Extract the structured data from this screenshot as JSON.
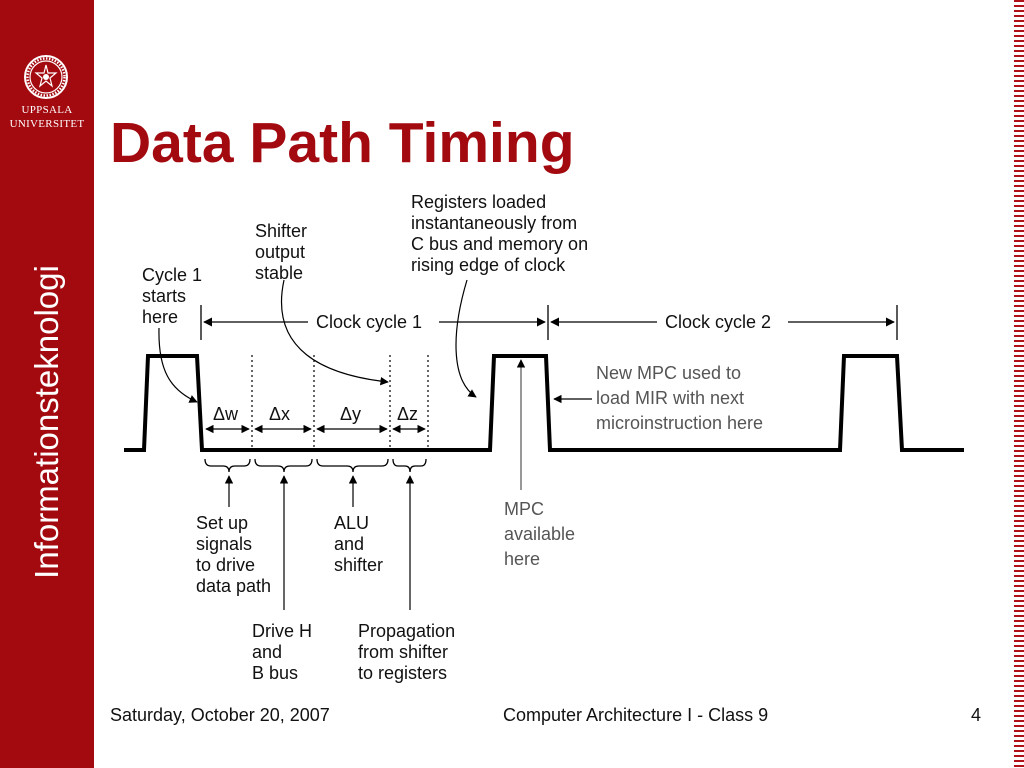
{
  "sidebar": {
    "university_line1": "UPPSALA",
    "university_line2": "UNIVERSITET",
    "vertical_text": "Informationsteknologi"
  },
  "slide": {
    "title": "Data Path Timing"
  },
  "diagram": {
    "cycle1_starts": [
      "Cycle 1",
      "starts",
      "here"
    ],
    "shifter_stable": [
      "Shifter",
      "output",
      "stable"
    ],
    "registers_loaded": [
      "Registers loaded",
      "instantaneously from",
      "C bus and memory  on",
      "rising edge of clock"
    ],
    "clock_cycle_1": "Clock cycle 1",
    "clock_cycle_2": "Clock cycle 2",
    "new_mpc": [
      "New MPC used to",
      "load MIR with next",
      "microinstruction here"
    ],
    "deltas": [
      "Δw",
      "Δx",
      "Δy",
      "Δz"
    ],
    "setup_signals": [
      "Set up",
      "signals",
      "to drive",
      "data path"
    ],
    "alu_shifter": [
      "ALU",
      "and",
      "shifter"
    ],
    "mpc_available": [
      "MPC",
      "available",
      "here"
    ],
    "drive_h": [
      "Drive H",
      "and",
      "B bus"
    ],
    "propagation": [
      "Propagation",
      "from shifter",
      "to registers"
    ]
  },
  "footer": {
    "date": "Saturday, October 20, 2007",
    "course": "Computer Architecture I - Class 9",
    "page": "4"
  }
}
